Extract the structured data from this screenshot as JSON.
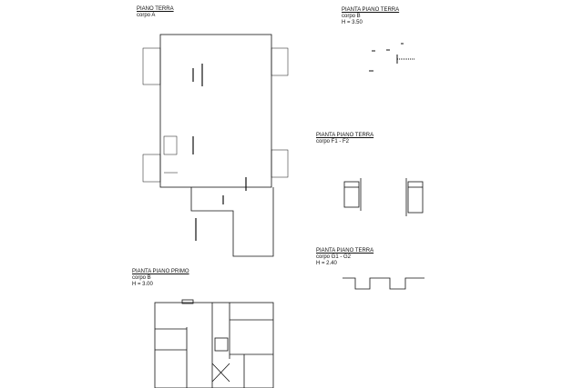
{
  "sections": [
    {
      "title": "PIANO TERRA",
      "subtitle": "corpo A",
      "height": ""
    },
    {
      "title": "PIANTA PIANO TERRA",
      "subtitle": "corpo B",
      "height": "H = 3.50"
    },
    {
      "title": "PIANTA PIANO TERRA",
      "subtitle": "corpo F1 - F2",
      "height": ""
    },
    {
      "title": "PIANTA PIANO TERRA",
      "subtitle": "corpo G1 - G2",
      "height": "H = 2.40"
    },
    {
      "title": "PIANTA PIANO PRIMO",
      "subtitle": "corpo B",
      "height": "H = 3.00"
    }
  ],
  "colors": {
    "ink": "#111111",
    "background": "#ffffff"
  }
}
